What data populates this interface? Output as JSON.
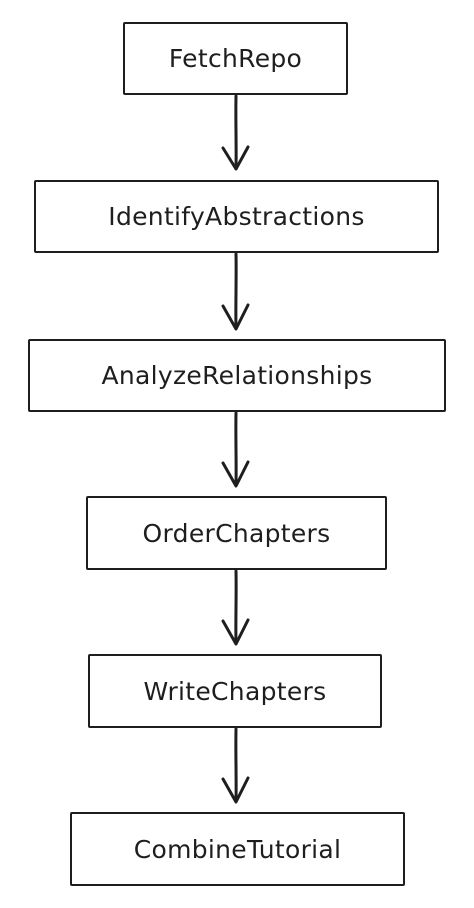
{
  "diagram": {
    "nodes": [
      {
        "id": "fetch-repo",
        "label": "FetchRepo"
      },
      {
        "id": "identify-abstractions",
        "label": "IdentifyAbstractions"
      },
      {
        "id": "analyze-relationships",
        "label": "AnalyzeRelationships"
      },
      {
        "id": "order-chapters",
        "label": "OrderChapters"
      },
      {
        "id": "write-chapters",
        "label": "WriteChapters"
      },
      {
        "id": "combine-tutorial",
        "label": "CombineTutorial"
      }
    ],
    "edges": [
      {
        "from": "fetch-repo",
        "to": "identify-abstractions"
      },
      {
        "from": "identify-abstractions",
        "to": "analyze-relationships"
      },
      {
        "from": "analyze-relationships",
        "to": "order-chapters"
      },
      {
        "from": "order-chapters",
        "to": "write-chapters"
      },
      {
        "from": "write-chapters",
        "to": "combine-tutorial"
      }
    ],
    "stroke_color": "#1e1e1e",
    "background_color": "#ffffff"
  }
}
